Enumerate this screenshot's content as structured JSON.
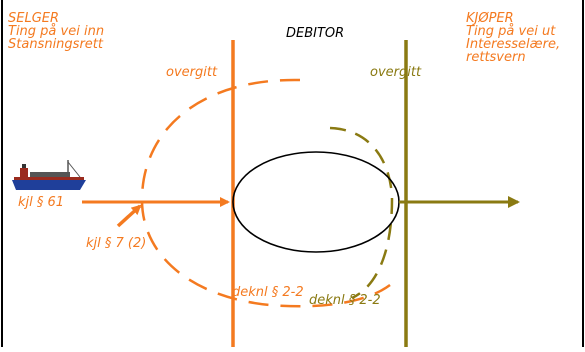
{
  "colors": {
    "seller": "#f47a20",
    "buyer": "#8a7a12",
    "text": "#000000",
    "ship_hull": "#1f3f9a",
    "ship_deck": "#9a2b1e"
  },
  "seller": {
    "title": "SELGER",
    "line1": "Ting på vei inn",
    "line2": "Stansningsrett"
  },
  "debitor": "DEBITOR",
  "buyer": {
    "title": "KJØPER",
    "line1": "Ting på vei ut",
    "line2": "Interesselære,",
    "line3": "rettsvern"
  },
  "labels": {
    "overgitt_left": "overgitt",
    "overgitt_right": "overgitt",
    "kjl_61": "kjl § 61",
    "kjl_7_2": "kjl § 7 (2)",
    "deknl_left": "deknl § 2-2",
    "deknl_right": "deknl § 2-2"
  },
  "icons": {
    "ship": "cargo-ship-icon"
  }
}
